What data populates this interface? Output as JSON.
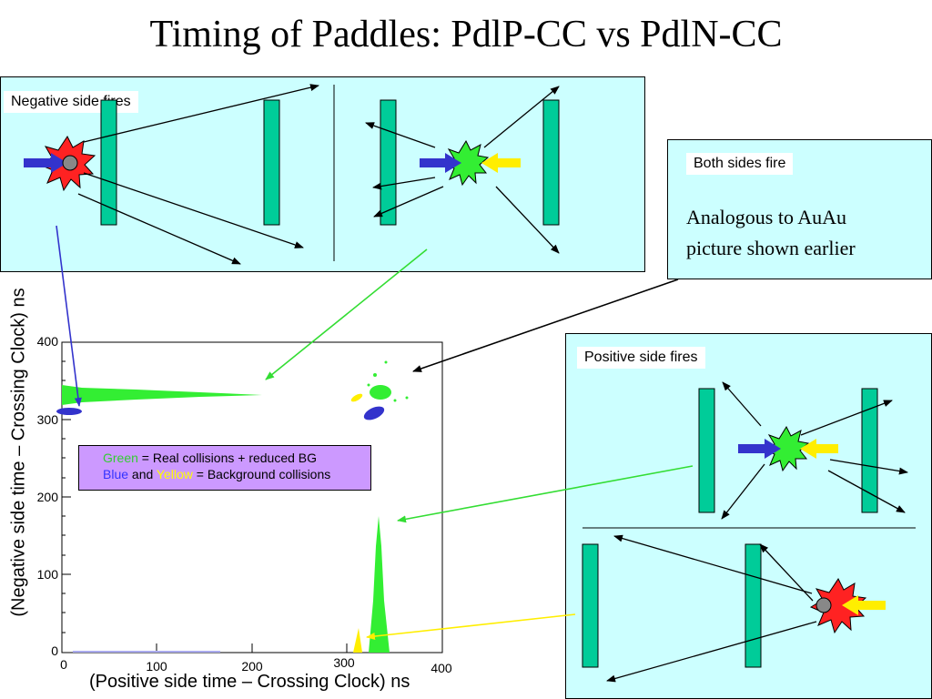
{
  "title": "Timing of Paddles:  PdlP-CC vs PdlN-CC",
  "panels": {
    "negative": {
      "label": "Negative side fires"
    },
    "both": {
      "label": "Both sides fire",
      "text_line1": "Analogous to AuAu",
      "text_line2": "picture shown earlier"
    },
    "positive": {
      "label": "Positive side fires"
    }
  },
  "legend": {
    "line1_color_word": "Green",
    "line1_rest": " = Real collisions + reduced BG",
    "line2_blue": "Blue",
    "line2_and": " and ",
    "line2_yellow": "Yellow",
    "line2_rest": " = Background collisions"
  },
  "plot": {
    "xlabel": "(Positive side time – Crossing Clock) ns",
    "ylabel": "(Negative side time – Crossing Clock) ns",
    "xticks": [
      "0",
      "100",
      "200",
      "300",
      "400"
    ],
    "yticks": [
      "0",
      "100",
      "200",
      "300",
      "400"
    ]
  },
  "colors": {
    "panel_bg": "#ccffff",
    "paddle": "#00cc99",
    "green_points": "#33ee33",
    "blue_points": "#3333cc",
    "yellow_points": "#ffee00",
    "legend_bg": "#cc99ff",
    "green_word": "#33cc33",
    "blue_word": "#3333ff",
    "yellow_word": "#ffff00"
  }
}
